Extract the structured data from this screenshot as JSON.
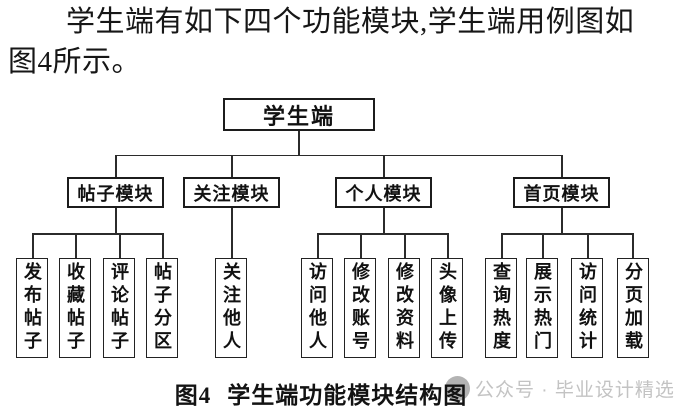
{
  "colors": {
    "background": "#ffffff",
    "text": "#111111",
    "connector": "#2b2b2b",
    "watermark_text": "#c3c3c3",
    "watermark_logo": "#b3b3b3"
  },
  "text": {
    "lines": [
      "学生端有如下四个功能模块,学生端用例图如",
      "图4所示。"
    ]
  },
  "diagram": {
    "root": "学生端",
    "modules": [
      {
        "label": "帖子模块",
        "children": [
          "发布帖子",
          "收藏帖子",
          "评论帖子",
          "帖子分区"
        ]
      },
      {
        "label": "关注模块",
        "children": [
          "关注他人"
        ]
      },
      {
        "label": "个人模块",
        "children": [
          "访问他人",
          "修改账号",
          "修改资料",
          "头像上传"
        ]
      },
      {
        "label": "首页模块",
        "children": [
          "查询热度",
          "展示热门",
          "访问统计",
          "分页加载"
        ]
      }
    ]
  },
  "caption": {
    "figure_label": "图4",
    "title": "学生端功能模块结构图"
  },
  "watermark": {
    "logo_icon": "round-logo",
    "text": "公众号 · 毕业设计精选"
  }
}
